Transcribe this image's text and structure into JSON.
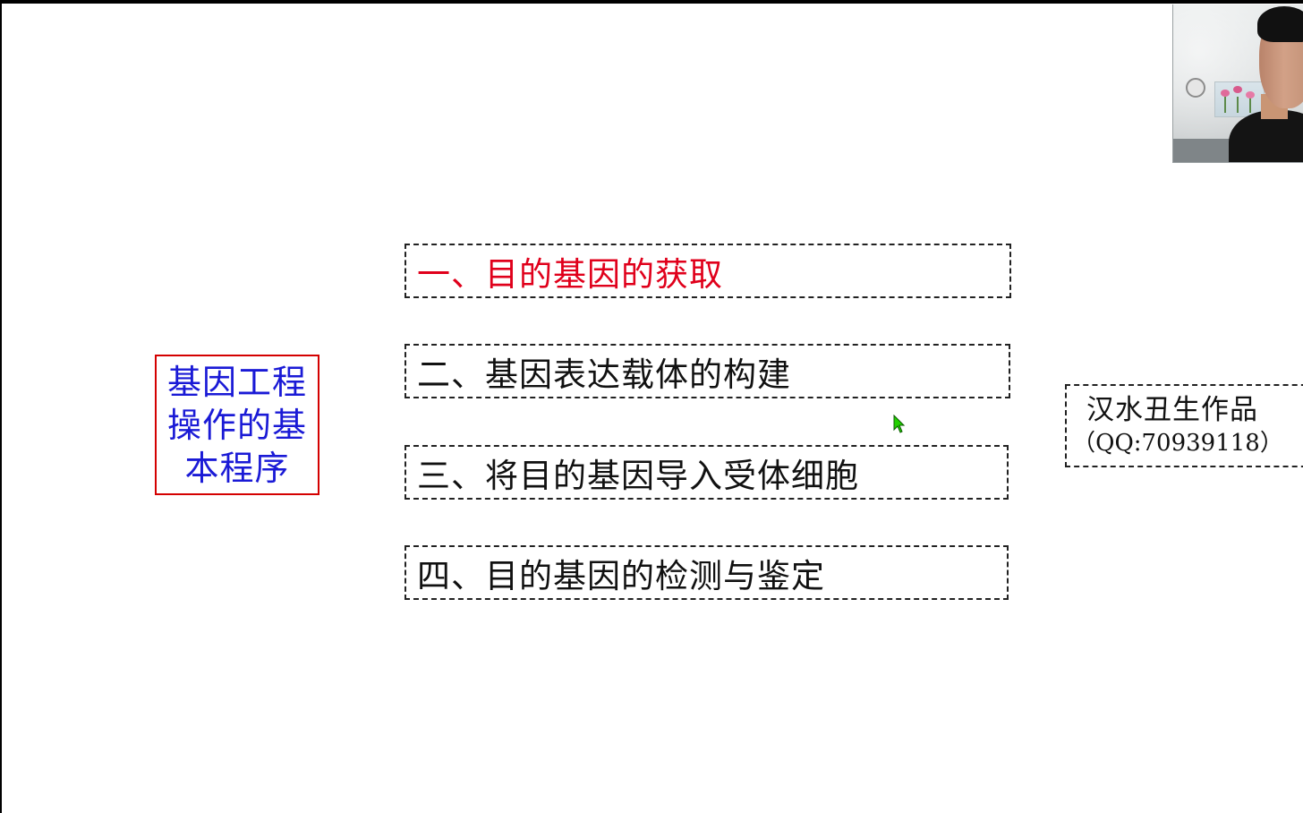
{
  "slide": {
    "title": "基因工程操作的基本程序",
    "steps": [
      "一、目的基因的获取",
      "二、基因表达载体的构建",
      "三、将目的基因导入受体细胞",
      "四、目的基因的检测与鉴定"
    ],
    "active_step_index": 0,
    "author": {
      "name": "汉水丑生作品",
      "contact": "（QQ:70939118）"
    }
  },
  "colors": {
    "title_text": "#1a1ad6",
    "title_border": "#d40000",
    "active_step": "#e0001b",
    "step_text": "#111111",
    "cursor_fill": "#22d000"
  },
  "icons": {
    "cursor": "mouse-pointer-icon",
    "webcam": "presenter-video-feed"
  }
}
